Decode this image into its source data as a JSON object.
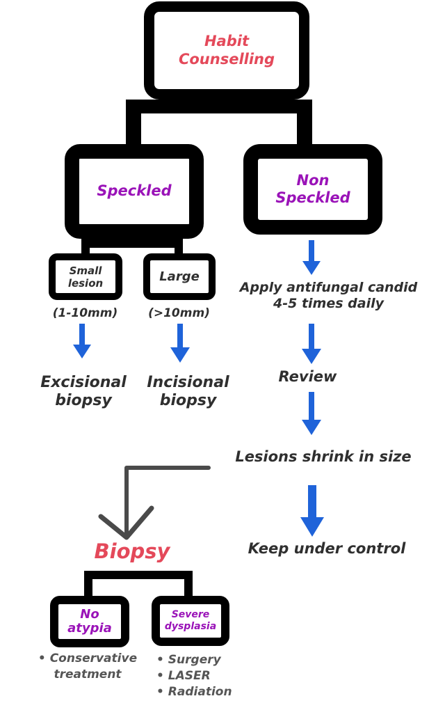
{
  "diagram": {
    "root": "Habit\nCounselling",
    "speckled": "Speckled",
    "non_speckled": "Non\nSpeckled",
    "small_lesion": "Small\nlesion",
    "large": "Large",
    "small_size": "(1-10mm)",
    "large_size": "(>10mm)",
    "excisional": "Excisional\nbiopsy",
    "incisional": "Incisional\nbiopsy",
    "antifungal": "Apply antifungal candid\n4-5 times daily",
    "review": "Review",
    "shrink": "Lesions shrink in size",
    "keep": "Keep under control",
    "biopsy": "Biopsy",
    "no_atypia": "No\natypia",
    "severe": "Severe\ndysplasia",
    "no_atypia_items": [
      "Conservative\ntreatment"
    ],
    "severe_items": [
      "Surgery",
      "LASER",
      "Radiation"
    ]
  },
  "colors": {
    "root_text": "#e4495a",
    "category_text": "#9a13b8",
    "arrow": "#1f63d9",
    "body_text": "#2f2f2f"
  }
}
